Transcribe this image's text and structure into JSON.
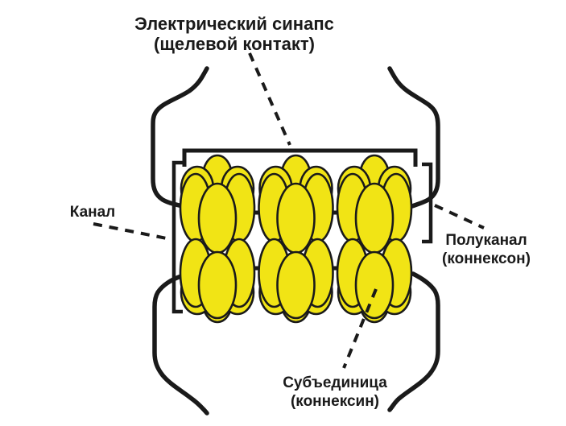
{
  "colors": {
    "background": "#ffffff",
    "subunit_fill": "#F1E415",
    "ink": "#1a1a1a"
  },
  "labels": {
    "synapse": {
      "line1": "Электрический синапс",
      "line2": "(щелевой контакт)"
    },
    "channel": {
      "line1": "Канал"
    },
    "hemichannel": {
      "line1": "Полуканал",
      "line2": "(коннексон)"
    },
    "subunit": {
      "line1": "Субъединица",
      "line2": "(коннексин)"
    }
  }
}
